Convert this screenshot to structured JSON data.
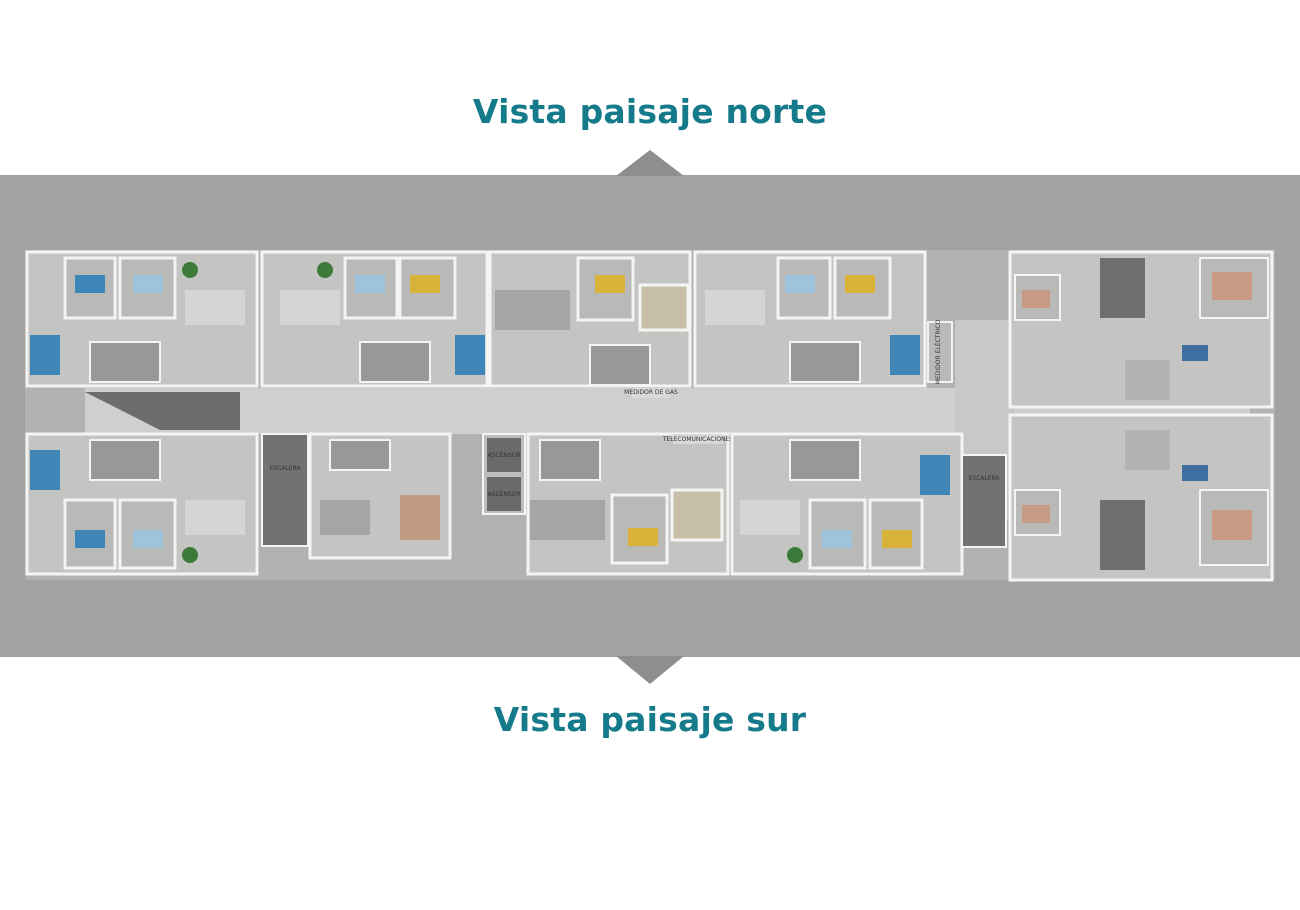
{
  "headings": {
    "north": "Vista paisaje norte",
    "south": "Vista paisaje sur"
  },
  "plan": {
    "labels": {
      "escalera": "ESCALERA",
      "ascensor": "ASCENSOR",
      "medidor_gas": "MEDIDOR DE GAS",
      "telecomunicaciones": "TELECOMUNICACIONES",
      "medidor_electrico": "MEDIDOR ELÉCTRICO"
    }
  },
  "colors": {
    "heading": "#157b8b",
    "band": "#a2a3a1",
    "arrow": "#8e8e8c",
    "wall": "#f4f4f2",
    "floor": "#bdbdbb",
    "corridor": "#cfcfcd",
    "bed_blue": "#3f86b8",
    "bed_pink": "#c79a86",
    "bed_yellow": "#d9b23a",
    "plant": "#3c7a3a"
  },
  "icons": {
    "north_arrow": "arrow-up-icon",
    "south_arrow": "arrow-down-icon"
  }
}
